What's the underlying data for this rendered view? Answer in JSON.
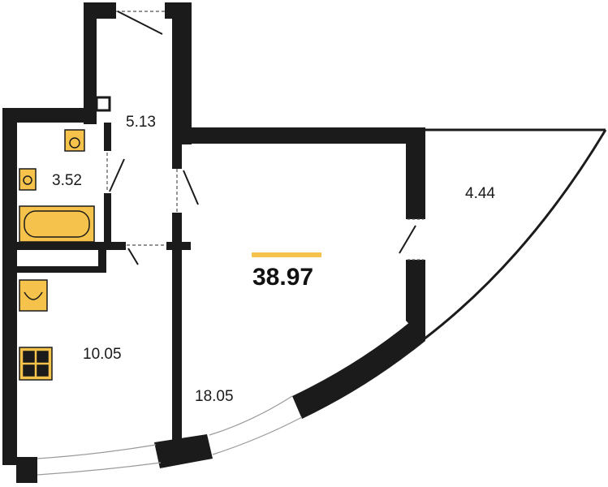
{
  "plan": {
    "total_area": "38.97",
    "accent_color": "#F5C34B",
    "wall_color": "#1B1B1B",
    "fixture_color": "#F5C34B",
    "rooms": {
      "corridor": "5.13",
      "bathroom": "3.52",
      "kitchen": "10.05",
      "living": "18.05",
      "balcony": "4.44"
    }
  }
}
